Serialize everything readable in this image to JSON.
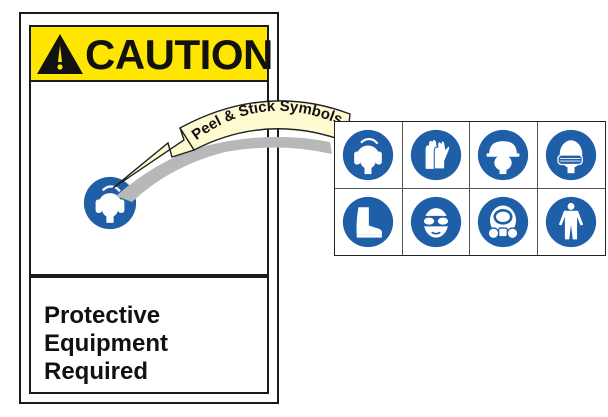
{
  "sign": {
    "header_word": "CAUTION",
    "message_lines": [
      "Protective",
      "Equipment",
      "Required"
    ],
    "placed_symbol_icon": "ear-protection-icon"
  },
  "callout": {
    "label": "Peel & Stick Symbols"
  },
  "symbol_sheet": {
    "icons": [
      "ear-protection-icon",
      "hand-protection-icon",
      "head-protection-icon",
      "face-mask-icon",
      "safety-boots-icon",
      "safety-goggles-icon",
      "respirator-icon",
      "protective-coverall-icon"
    ]
  },
  "colors": {
    "caution_yellow": "#ffe600",
    "symbol_blue": "#1f5fa8",
    "callout_fill": "#fffbd0"
  }
}
